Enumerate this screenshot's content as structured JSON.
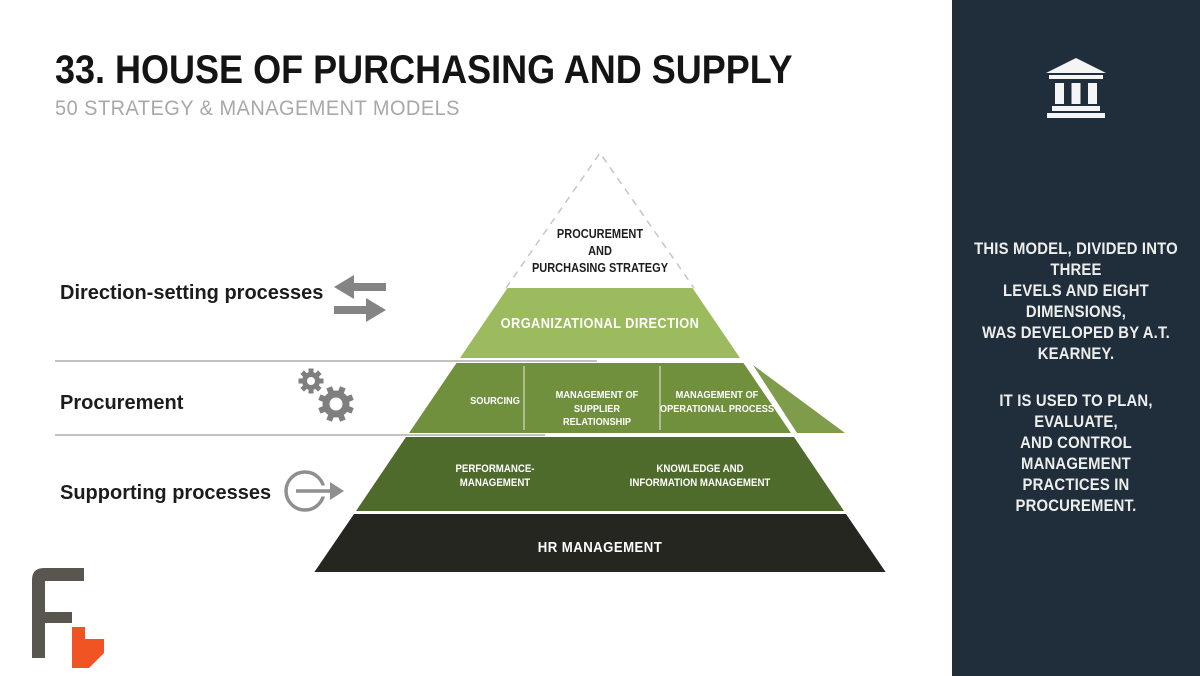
{
  "header": {
    "title": "33. HOUSE OF PURCHASING AND SUPPLY",
    "subtitle": "50 STRATEGY & MANAGEMENT MODELS"
  },
  "left_labels": {
    "direction": "Direction-setting processes",
    "procurement": "Procurement",
    "supporting": "Supporting processes"
  },
  "icons": {
    "direction": "swap-arrows-icon",
    "procurement": "gears-icon",
    "supporting": "arrow-out-icon",
    "sidebar": "bank-icon",
    "brand": "fr-logo"
  },
  "pyramid": {
    "apex": "PROCUREMENT\nAND\nPURCHASING STRATEGY",
    "level1": "ORGANIZATIONAL DIRECTION",
    "level2": {
      "cell1": "SOURCING",
      "cell2": "MANAGEMENT OF\nSUPPLIER RELATIONSHIP",
      "cell3": "MANAGEMENT OF\nOPERATIONAL PROCESS"
    },
    "level3": {
      "cell1": "PERFORMANCE-\nMANAGEMENT",
      "cell2": "KNOWLEDGE AND\nINFORMATION MANAGEMENT"
    },
    "level4": "HR MANAGEMENT"
  },
  "sidebar": {
    "paragraph1": "THIS MODEL, DIVIDED INTO THREE\nLEVELS AND EIGHT DIMENSIONS,\nWAS DEVELOPED BY A.T.\nKEARNEY.",
    "paragraph2": "IT IS USED TO PLAN, EVALUATE,\nAND CONTROL MANAGEMENT\nPRACTICES IN PROCUREMENT."
  },
  "colors": {
    "level1_green": "#9cba5e",
    "level2_green": "#71903e",
    "level2_wedge_green": "#7f9c4b",
    "level3_green": "#4f6b2c",
    "level4_black": "#262621",
    "sidebar_navy": "#202e3c",
    "icon_gray": "#848484",
    "divider_gray": "#adadad",
    "logo_gray": "#58564e",
    "logo_orange": "#f05423",
    "subtitle_gray": "#a8a8a8"
  }
}
